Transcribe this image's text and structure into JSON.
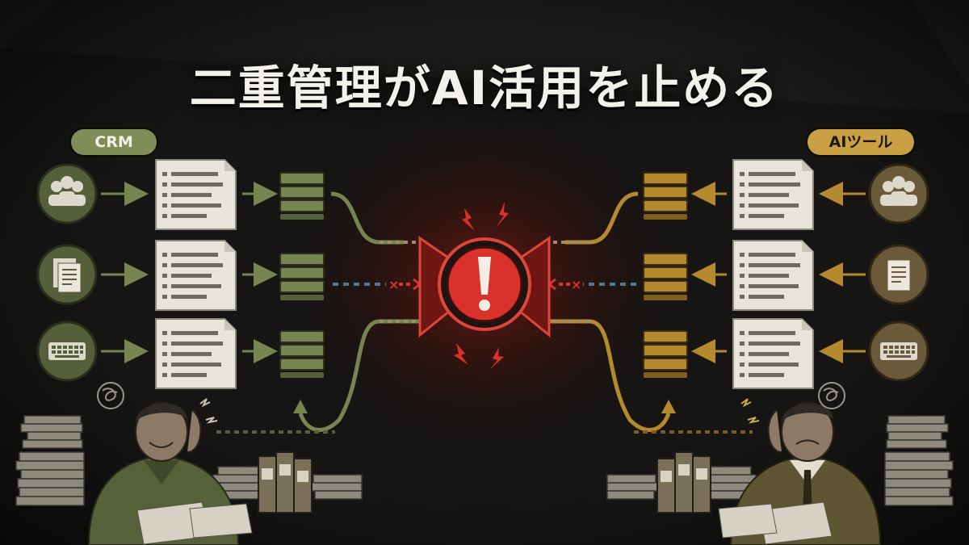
{
  "title": "二重管理がAI活用を止める",
  "left_label": "CRM",
  "right_label": "AIツール",
  "colors": {
    "background": "#141312",
    "crm_green": "#76844f",
    "crm_dark": "#55603a",
    "ai_gold": "#b58a2e",
    "ai_dark": "#7d5e1c",
    "alert_red": "#d8322a",
    "paper": "#e8e4da",
    "dash_blue": "#4a7c8f"
  },
  "icons": {
    "source_1": "people-icon",
    "source_2": "document-icon",
    "source_3": "keyboard-icon",
    "center": "warning-icon"
  }
}
